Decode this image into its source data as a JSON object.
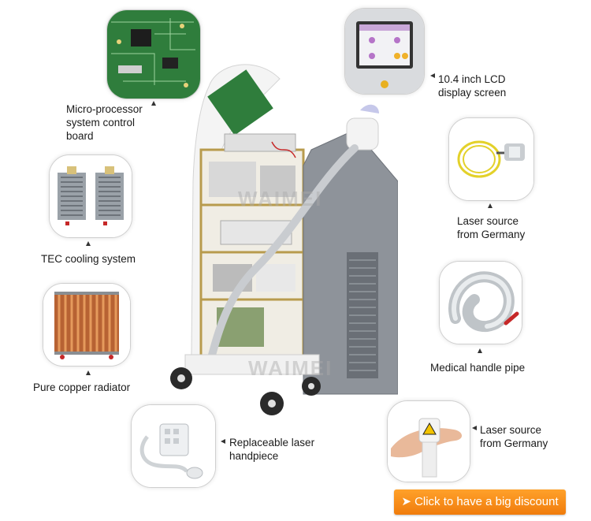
{
  "brand_watermark": "WAIMEI",
  "features": {
    "microprocessor": {
      "label": "Micro-processor\nsystem control\nboard"
    },
    "lcd": {
      "label": "10.4 inch LCD\ndisplay screen"
    },
    "tec": {
      "label": "TEC cooling system"
    },
    "laser_source_1": {
      "label": "Laser source\nfrom Germany"
    },
    "copper": {
      "label": "Pure copper radiator"
    },
    "handle_pipe": {
      "label": "Medical handle pipe"
    },
    "handpiece": {
      "label": "Replaceable laser\nhandpiece"
    },
    "laser_source_2": {
      "label": "Laser source\nfrom Germany"
    }
  },
  "cta": {
    "label": "➤ Click to have a big discount"
  },
  "colors": {
    "cta_orange": "#f58a14",
    "board_green": "#2e7d32",
    "copper": "#c8703a",
    "machine_grey": "#8e939a"
  }
}
